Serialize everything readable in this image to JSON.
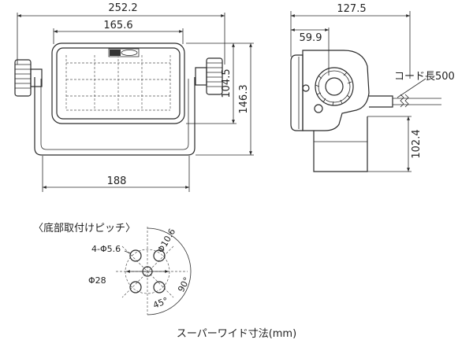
{
  "front_view": {
    "overall_width": "252.2",
    "lamp_width": "165.6",
    "base_width": "188",
    "lamp_height": "104.5",
    "overall_height": "146.3"
  },
  "side_view": {
    "depth": "127.5",
    "pivot_offset": "59.9",
    "cord_label": "コード長500",
    "base_height": "102.4"
  },
  "bottom_pitch": {
    "title": "〈底部取付けピッチ〉",
    "holes_label": "4-Φ5.6",
    "circle_label": "Φ28",
    "center_hole_label": "Φ10.6",
    "angle_45": "45°",
    "angle_90": "90°"
  },
  "caption": "スーパーワイド寸法(mm)"
}
